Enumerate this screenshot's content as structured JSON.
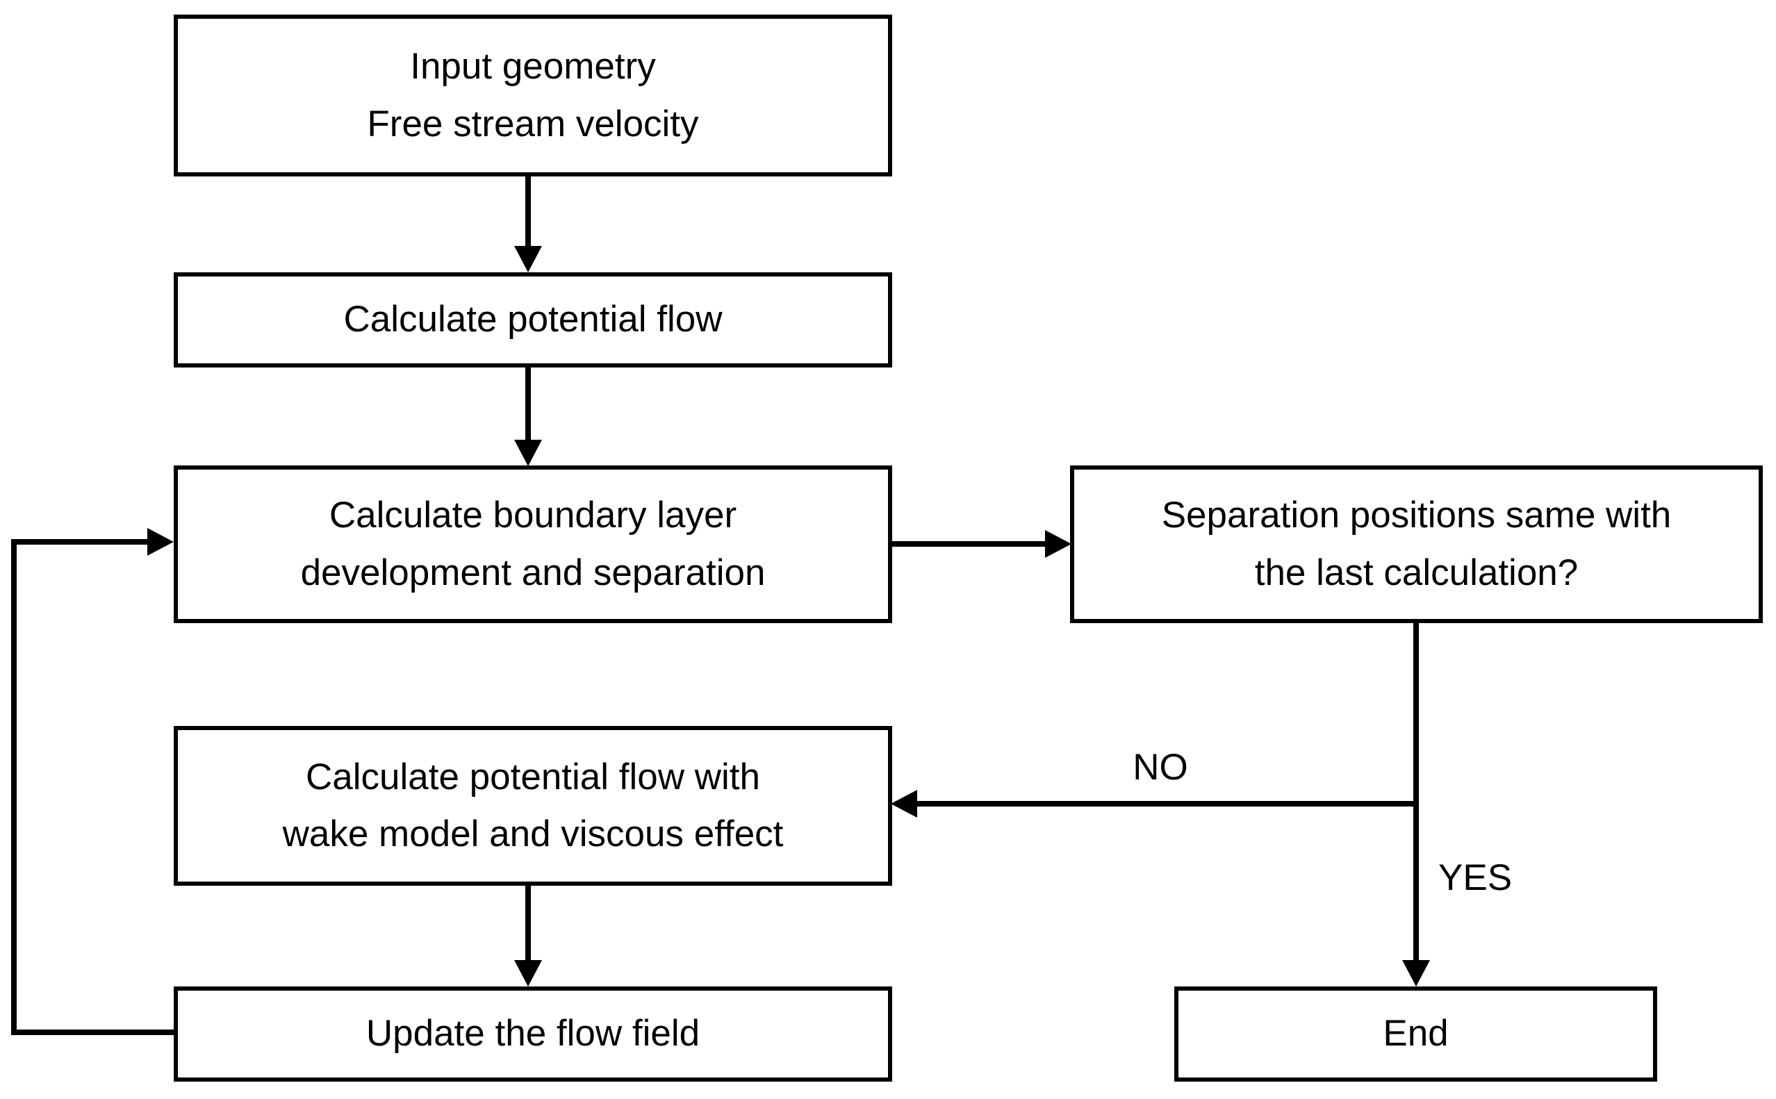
{
  "nodes": {
    "input": {
      "label": "Input geometry\nFree stream velocity"
    },
    "potential": {
      "label": "Calculate potential flow"
    },
    "boundary": {
      "label": "Calculate boundary layer\ndevelopment and separation"
    },
    "decision": {
      "label": "Separation positions same with\nthe last calculation?"
    },
    "wake": {
      "label": "Calculate potential flow with\nwake model and viscous effect"
    },
    "update": {
      "label": "Update the flow field"
    },
    "end": {
      "label": "End"
    }
  },
  "edge_labels": {
    "no": "NO",
    "yes": "YES"
  },
  "colors": {
    "stroke": "#000000",
    "text": "#000000",
    "node_fill": "#ffffff",
    "background": "#ffffff"
  }
}
